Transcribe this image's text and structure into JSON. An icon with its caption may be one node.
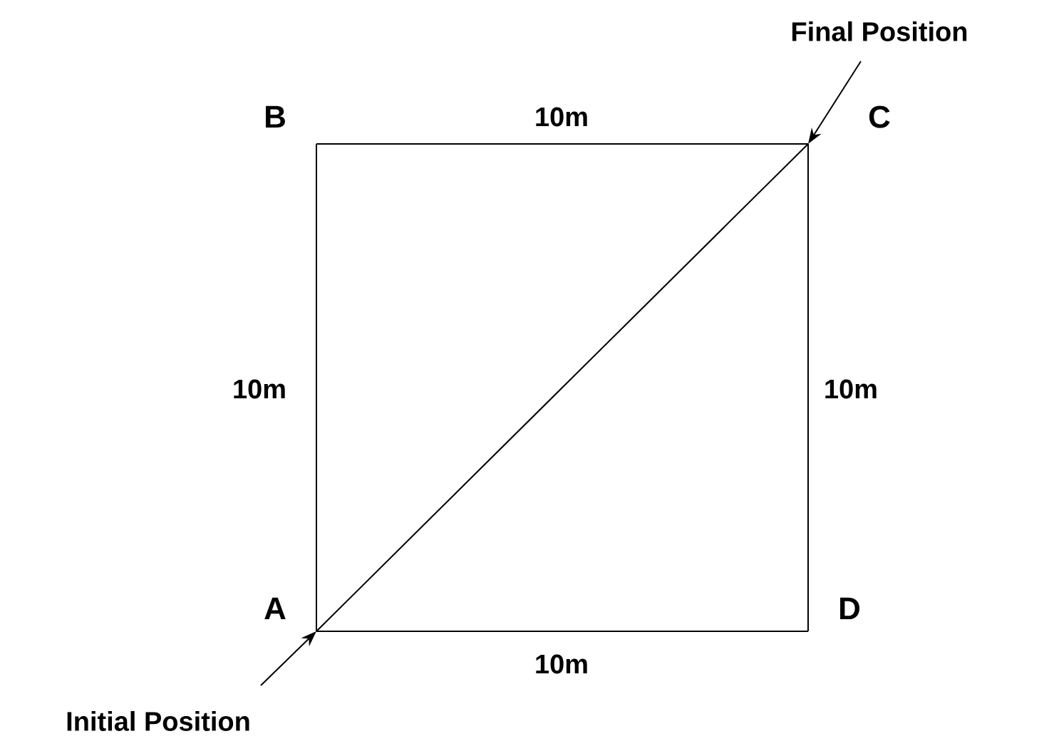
{
  "diagram": {
    "nodes": [
      {
        "text": [
          "A"
        ]
      },
      {
        "text": [
          "B"
        ]
      },
      {
        "text": [
          "C"
        ]
      },
      {
        "text": [
          "D"
        ]
      },
      {
        "text": [
          "Initial Position"
        ]
      },
      {
        "text": [
          "Final Position"
        ]
      }
    ],
    "edges": [
      {
        "from": 0,
        "to": 1,
        "arrow": "none",
        "label": "10m"
      },
      {
        "from": 1,
        "to": 2,
        "arrow": "none",
        "label": "10m"
      },
      {
        "from": 2,
        "to": 3,
        "arrow": "none",
        "label": "10m"
      },
      {
        "from": 3,
        "to": 0,
        "arrow": "none",
        "label": "10m"
      },
      {
        "from": 0,
        "to": 2,
        "arrow": "none"
      },
      {
        "from": 4,
        "to": 0,
        "arrow": "to"
      },
      {
        "from": 5,
        "to": 2,
        "arrow": "to"
      }
    ]
  }
}
